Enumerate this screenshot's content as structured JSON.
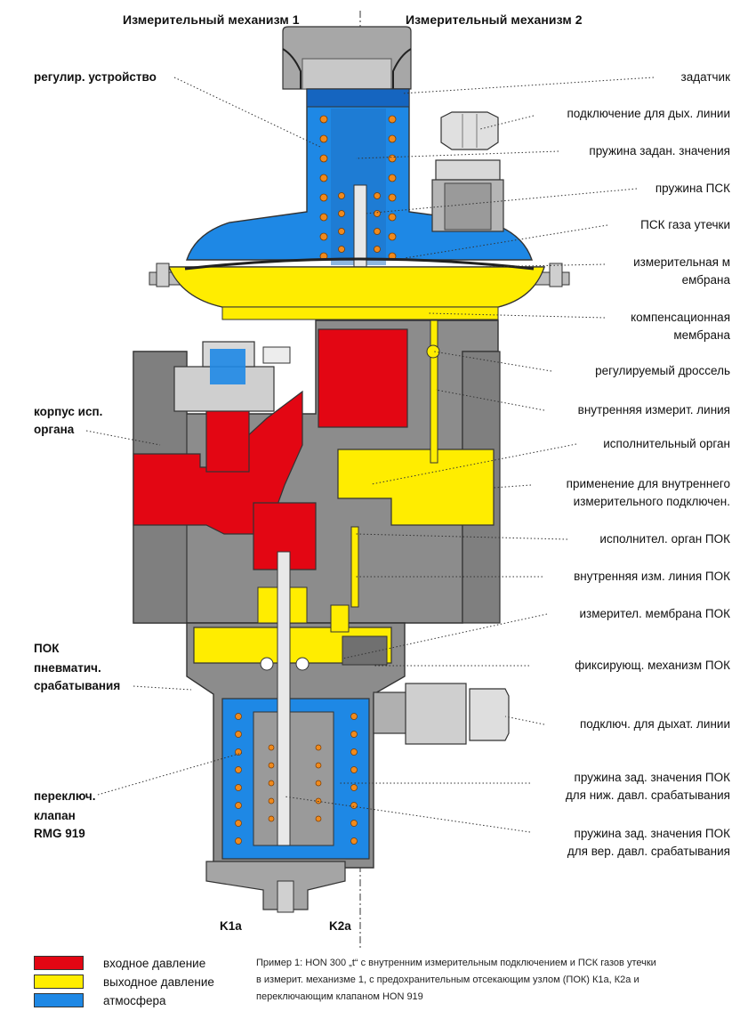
{
  "headers": {
    "left": "Измерительный механизм 1",
    "right": "Измерительный механизм 2"
  },
  "labels_right": [
    "задатчик",
    "подключение для дых. линии",
    "пружина задан. значения",
    "пружина ПСК",
    "ПСК газа утечки",
    "измерительная м",
    "ембрана",
    "компенсационная",
    "мембрана",
    "регулируемый дроссель",
    "внутренняя измерит. линия",
    "исполнительный орган",
    "применение для внутреннего",
    "измерительного подключен.",
    "исполнител. орган ПОК",
    "внутренняя изм. линия ПОК",
    "измерител. мембрана ПОК",
    "фиксирующ. механизм ПОК",
    "подключ. для дыхат. линии",
    "пружина зад. значения ПОК",
    "для ниж. давл. срабатывания",
    "пружина зад. значения ПОК",
    "для вер. давл. срабатывания"
  ],
  "labels_left": {
    "regulator": "регулир. устройство",
    "body_1": "корпус исп.",
    "body_2": "органа",
    "pok_1": "ПОК",
    "pok_2": "пневматич.",
    "pok_3": "срабатывания",
    "switch_1": "переключ.",
    "switch_2": "клапан",
    "switch_3": "RMG 919"
  },
  "ports": {
    "k1": "K1a",
    "k2": "K2a"
  },
  "legend": [
    {
      "label": "входное давление",
      "color": "#e30613"
    },
    {
      "label": "выходное давление",
      "color": "#ffed00"
    },
    {
      "label": "атмосфера",
      "color": "#1e88e5"
    }
  ],
  "caption": [
    "Пример 1: HON 300 „t“ с внутренним измерительным подключением и ПСК газов утечки",
    "в измерит. механизме 1, с предохранительным отсекающим узлом (ПОК) К1а, К2а и",
    "переключающим клапаном HON 919"
  ],
  "colors": {
    "inlet": "#e30613",
    "outlet": "#ffed00",
    "atmosphere": "#1e88e5",
    "housing": "#8c8c8c",
    "housing_dark": "#6f6f6f",
    "metal_light": "#cfcfcf",
    "spring": "#f08a1c"
  }
}
